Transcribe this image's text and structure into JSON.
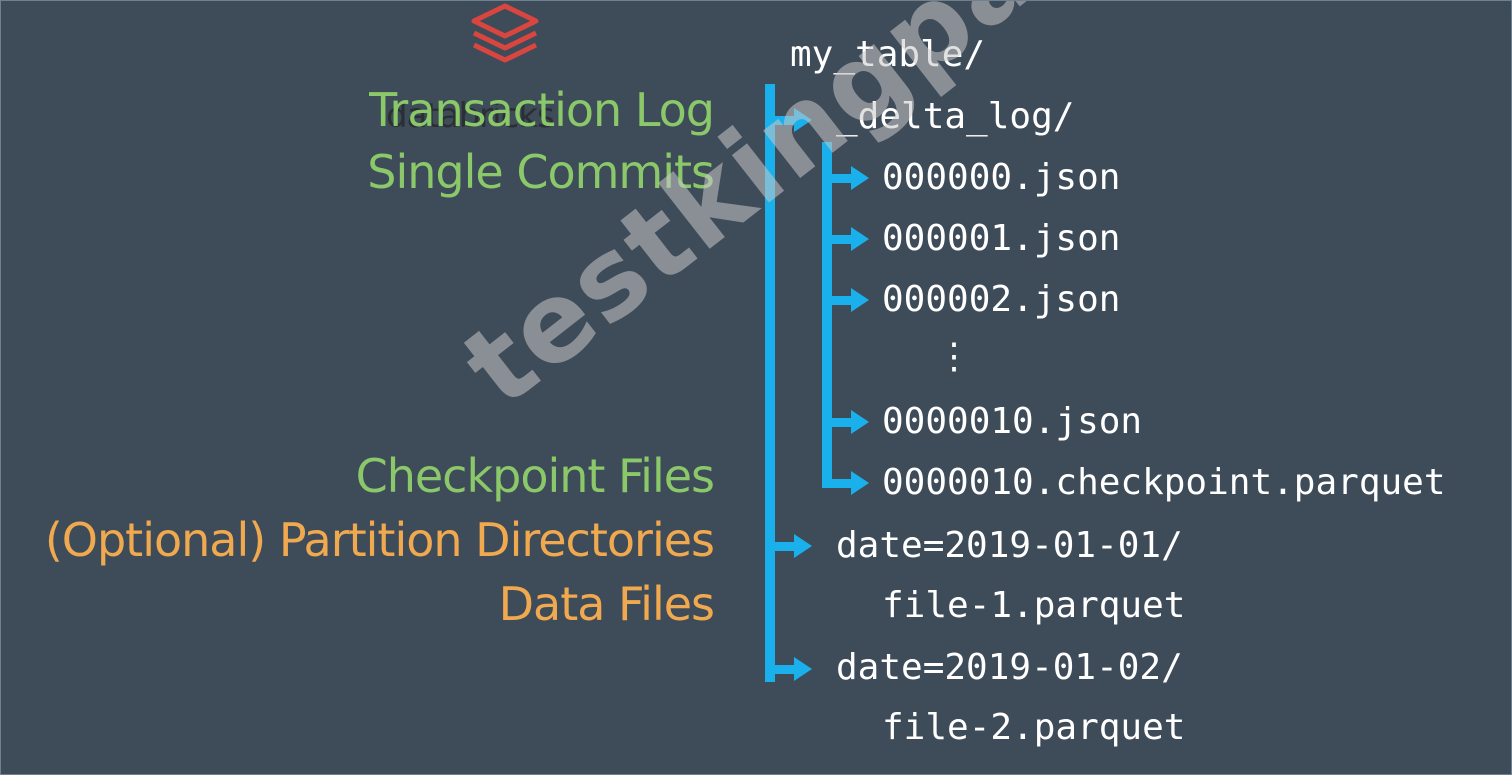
{
  "logo": {
    "text": "databricks",
    "color": "#d9453f"
  },
  "labels": {
    "transaction_log": "Transaction Log",
    "single_commits": "Single Commits",
    "checkpoint_files": "Checkpoint Files",
    "partition_directories": "(Optional) Partition Directories",
    "data_files": "Data Files"
  },
  "tree": {
    "root": "my_table/",
    "delta_log": "_delta_log/",
    "commits": [
      "000000.json",
      "000001.json",
      "000002.json"
    ],
    "ellipsis": "⋮",
    "last_commit": "0000010.json",
    "checkpoint": "0000010.checkpoint.parquet",
    "partitions": [
      {
        "dir": "date=2019-01-01/",
        "file": "file-1.parquet"
      },
      {
        "dir": "date=2019-01-02/",
        "file": "file-2.parquet"
      }
    ]
  },
  "colors": {
    "background": "#3e4b59",
    "arrow": "#1ab0ec",
    "label_green": "#8bc86a",
    "label_orange": "#f0a94e"
  },
  "watermark": "testkingpass.com"
}
